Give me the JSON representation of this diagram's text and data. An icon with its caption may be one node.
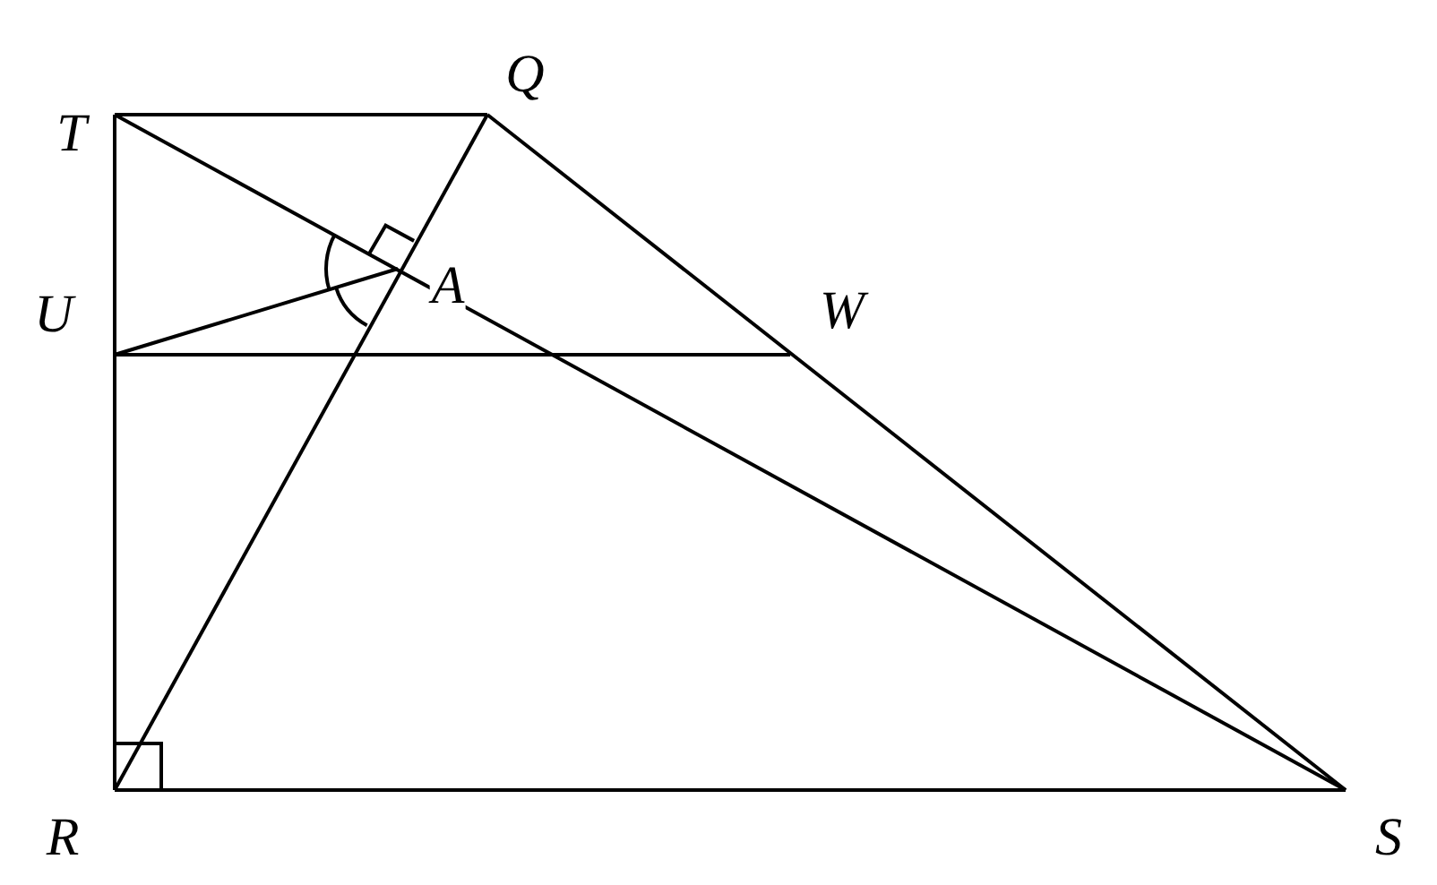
{
  "diagram": {
    "labels": [
      "T",
      "Q",
      "U",
      "A",
      "W",
      "R",
      "S"
    ]
  }
}
